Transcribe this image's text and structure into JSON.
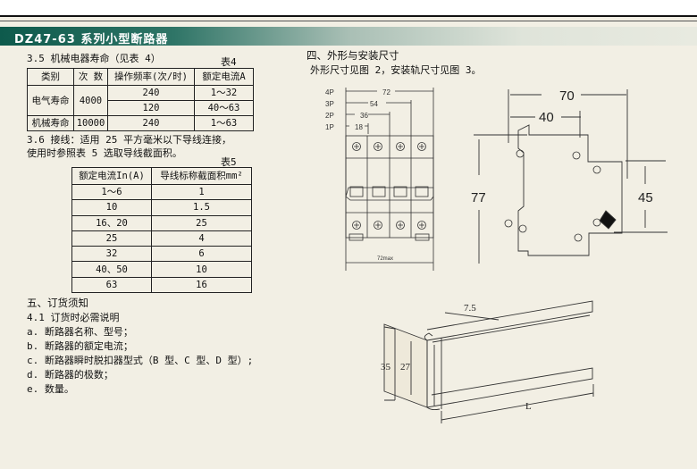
{
  "title": "DZ47-63 系列小型断路器",
  "s35": {
    "heading": "3.5 机械电器寿命（见表 4）",
    "caption": "表4",
    "headers": [
      "类别",
      "次 数",
      "操作频率(次/时)",
      "额定电流A"
    ],
    "rows": [
      {
        "cat": "电气寿命",
        "count": "4000",
        "freq": "240",
        "current": "1～32"
      },
      {
        "freq": "120",
        "current": "40～63"
      },
      {
        "cat": "机械寿命",
        "count": "10000",
        "freq": "240",
        "current": "1～63"
      }
    ]
  },
  "s36": {
    "line1": "3.6 接线：适用 25 平方毫米以下导线连接，",
    "line2": "使用时参照表 5 选取导线截面积。",
    "caption": "表5",
    "headers": [
      "额定电流In(A)",
      "导线标称截面积mm²"
    ],
    "rows": [
      [
        "1～6",
        "1"
      ],
      [
        "10",
        "1.5"
      ],
      [
        "16、20",
        "25"
      ],
      [
        "25",
        "4"
      ],
      [
        "32",
        "6"
      ],
      [
        "40、50",
        "10"
      ],
      [
        "63",
        "16"
      ]
    ]
  },
  "order": {
    "heading": "五、订货须知",
    "items": [
      "4.1 订货时必需说明",
      "a. 断路器名称、型号；",
      "b. 断路器的额定电流；",
      "c. 断路器瞬时脱扣器型式（B 型、C 型、D 型）;",
      "d. 断路器的极数；",
      "e. 数量。"
    ]
  },
  "dims": {
    "heading": "四、外形与安装尺寸",
    "subtitle": "外形尺寸见图 2，安装轨尺寸见图 3。",
    "fig2": {
      "poles": [
        "4P",
        "3P",
        "2P",
        "1P"
      ],
      "widths": [
        "72",
        "54",
        "36",
        "18"
      ],
      "max": "72max"
    },
    "fig3": {
      "width": "70",
      "depth": "40",
      "height": "77",
      "rail_height": "45"
    },
    "rail": {
      "top": "7.5",
      "h_outer": "35",
      "h_inner": "27",
      "length": "L"
    }
  }
}
